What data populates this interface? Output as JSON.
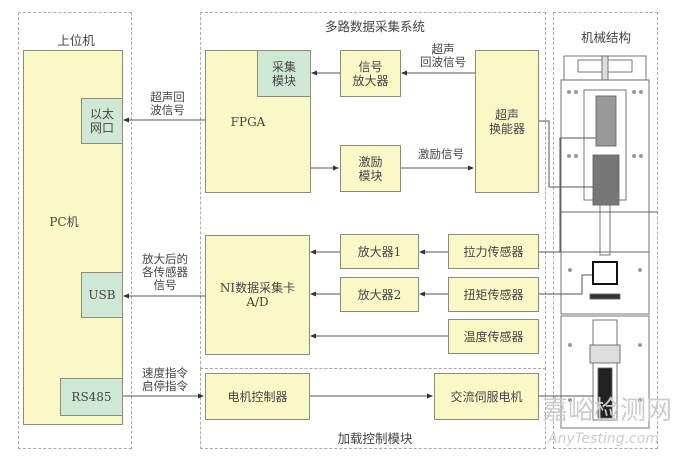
{
  "groups": {
    "host": "上位机",
    "acquisition": "多路数据采集系统",
    "loading": "加载控制模块",
    "mechanical": "机械结构"
  },
  "blocks": {
    "pc": "PC机",
    "ethernet": "以太\n网口",
    "usb": "USB",
    "rs485": "RS485",
    "fpga": "FPGA",
    "acq_module": "采集\n模块",
    "signal_amp": "信号\n放大器",
    "excitation": "激励\n模块",
    "transducer": "超声\n换能器",
    "ni_card": "NI数据采集卡\nA/D",
    "amp1": "放大器1",
    "amp2": "放大器2",
    "tension_sensor": "拉力传感器",
    "torque_sensor": "扭矩传感器",
    "temp_sensor": "温度传感器",
    "motor_controller": "电机控制器",
    "servo_motor": "交流伺服电机"
  },
  "edges": {
    "fpga_to_eth": "超声回\n波信号",
    "transducer_to_amp": "超声\n回波信号",
    "excitation_signal": "激励信号",
    "ni_to_usb": "放大后的\n各传感器\n信号",
    "rs485_cmd": "速度指令\n启停指令"
  },
  "watermark": {
    "cn": "嘉峪检测网",
    "en": "AnyTesting.com"
  }
}
